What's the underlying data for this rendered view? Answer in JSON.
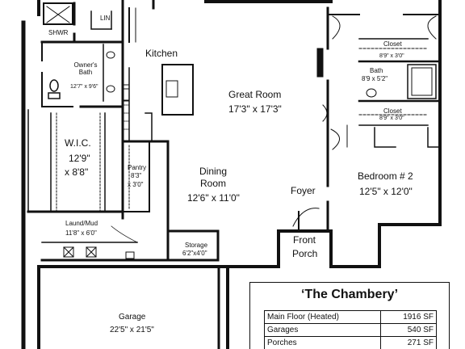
{
  "plan_title": "‘The Chambery’",
  "rooms": {
    "shower": "SHWR",
    "linen": "LIN",
    "kitchen": "Kitchen",
    "owners_bath": "Owner's Bath",
    "owners_bath_dim": "12'7\" x 9'6\"",
    "great_room": "Great Room",
    "great_room_dim": "17'3\" x 17'3\"",
    "wic": "W.I.C.",
    "wic_dim1": "12'9\"",
    "wic_dim2": "x 8'8\"",
    "pantry": "Pantry",
    "pantry_dim1": "8'3\"",
    "pantry_dim2": "x 3'0\"",
    "dining": "Dining",
    "dining2": "Room",
    "dining_dim": "12'6\" x 11'0\"",
    "foyer": "Foyer",
    "bedroom2": "Bedroom # 2",
    "bedroom2_dim": "12'5\" x 12'0\"",
    "closet_top": "Closet",
    "closet_top_dim": "8'9\" x 3'0\"",
    "bath": "Bath",
    "bath_dim": "8'9 x 5'2\"",
    "closet_bottom": "Closet",
    "closet_bottom_dim": "8'9\" x 3'0\"",
    "laundry": "Laund/Mud",
    "laundry_dim": "11'8\" x 6'0\"",
    "storage": "Storage",
    "storage_dim": "6'2\"x4'0\"",
    "front_porch1": "Front",
    "front_porch2": "Porch",
    "garage": "Garage",
    "garage_dim": "22'5\" x 21'5\""
  },
  "summary": [
    {
      "label": "Main Floor (Heated)",
      "value": "1916 SF"
    },
    {
      "label": "Garages",
      "value": "540 SF"
    },
    {
      "label": "Porches",
      "value": "271 SF"
    }
  ]
}
